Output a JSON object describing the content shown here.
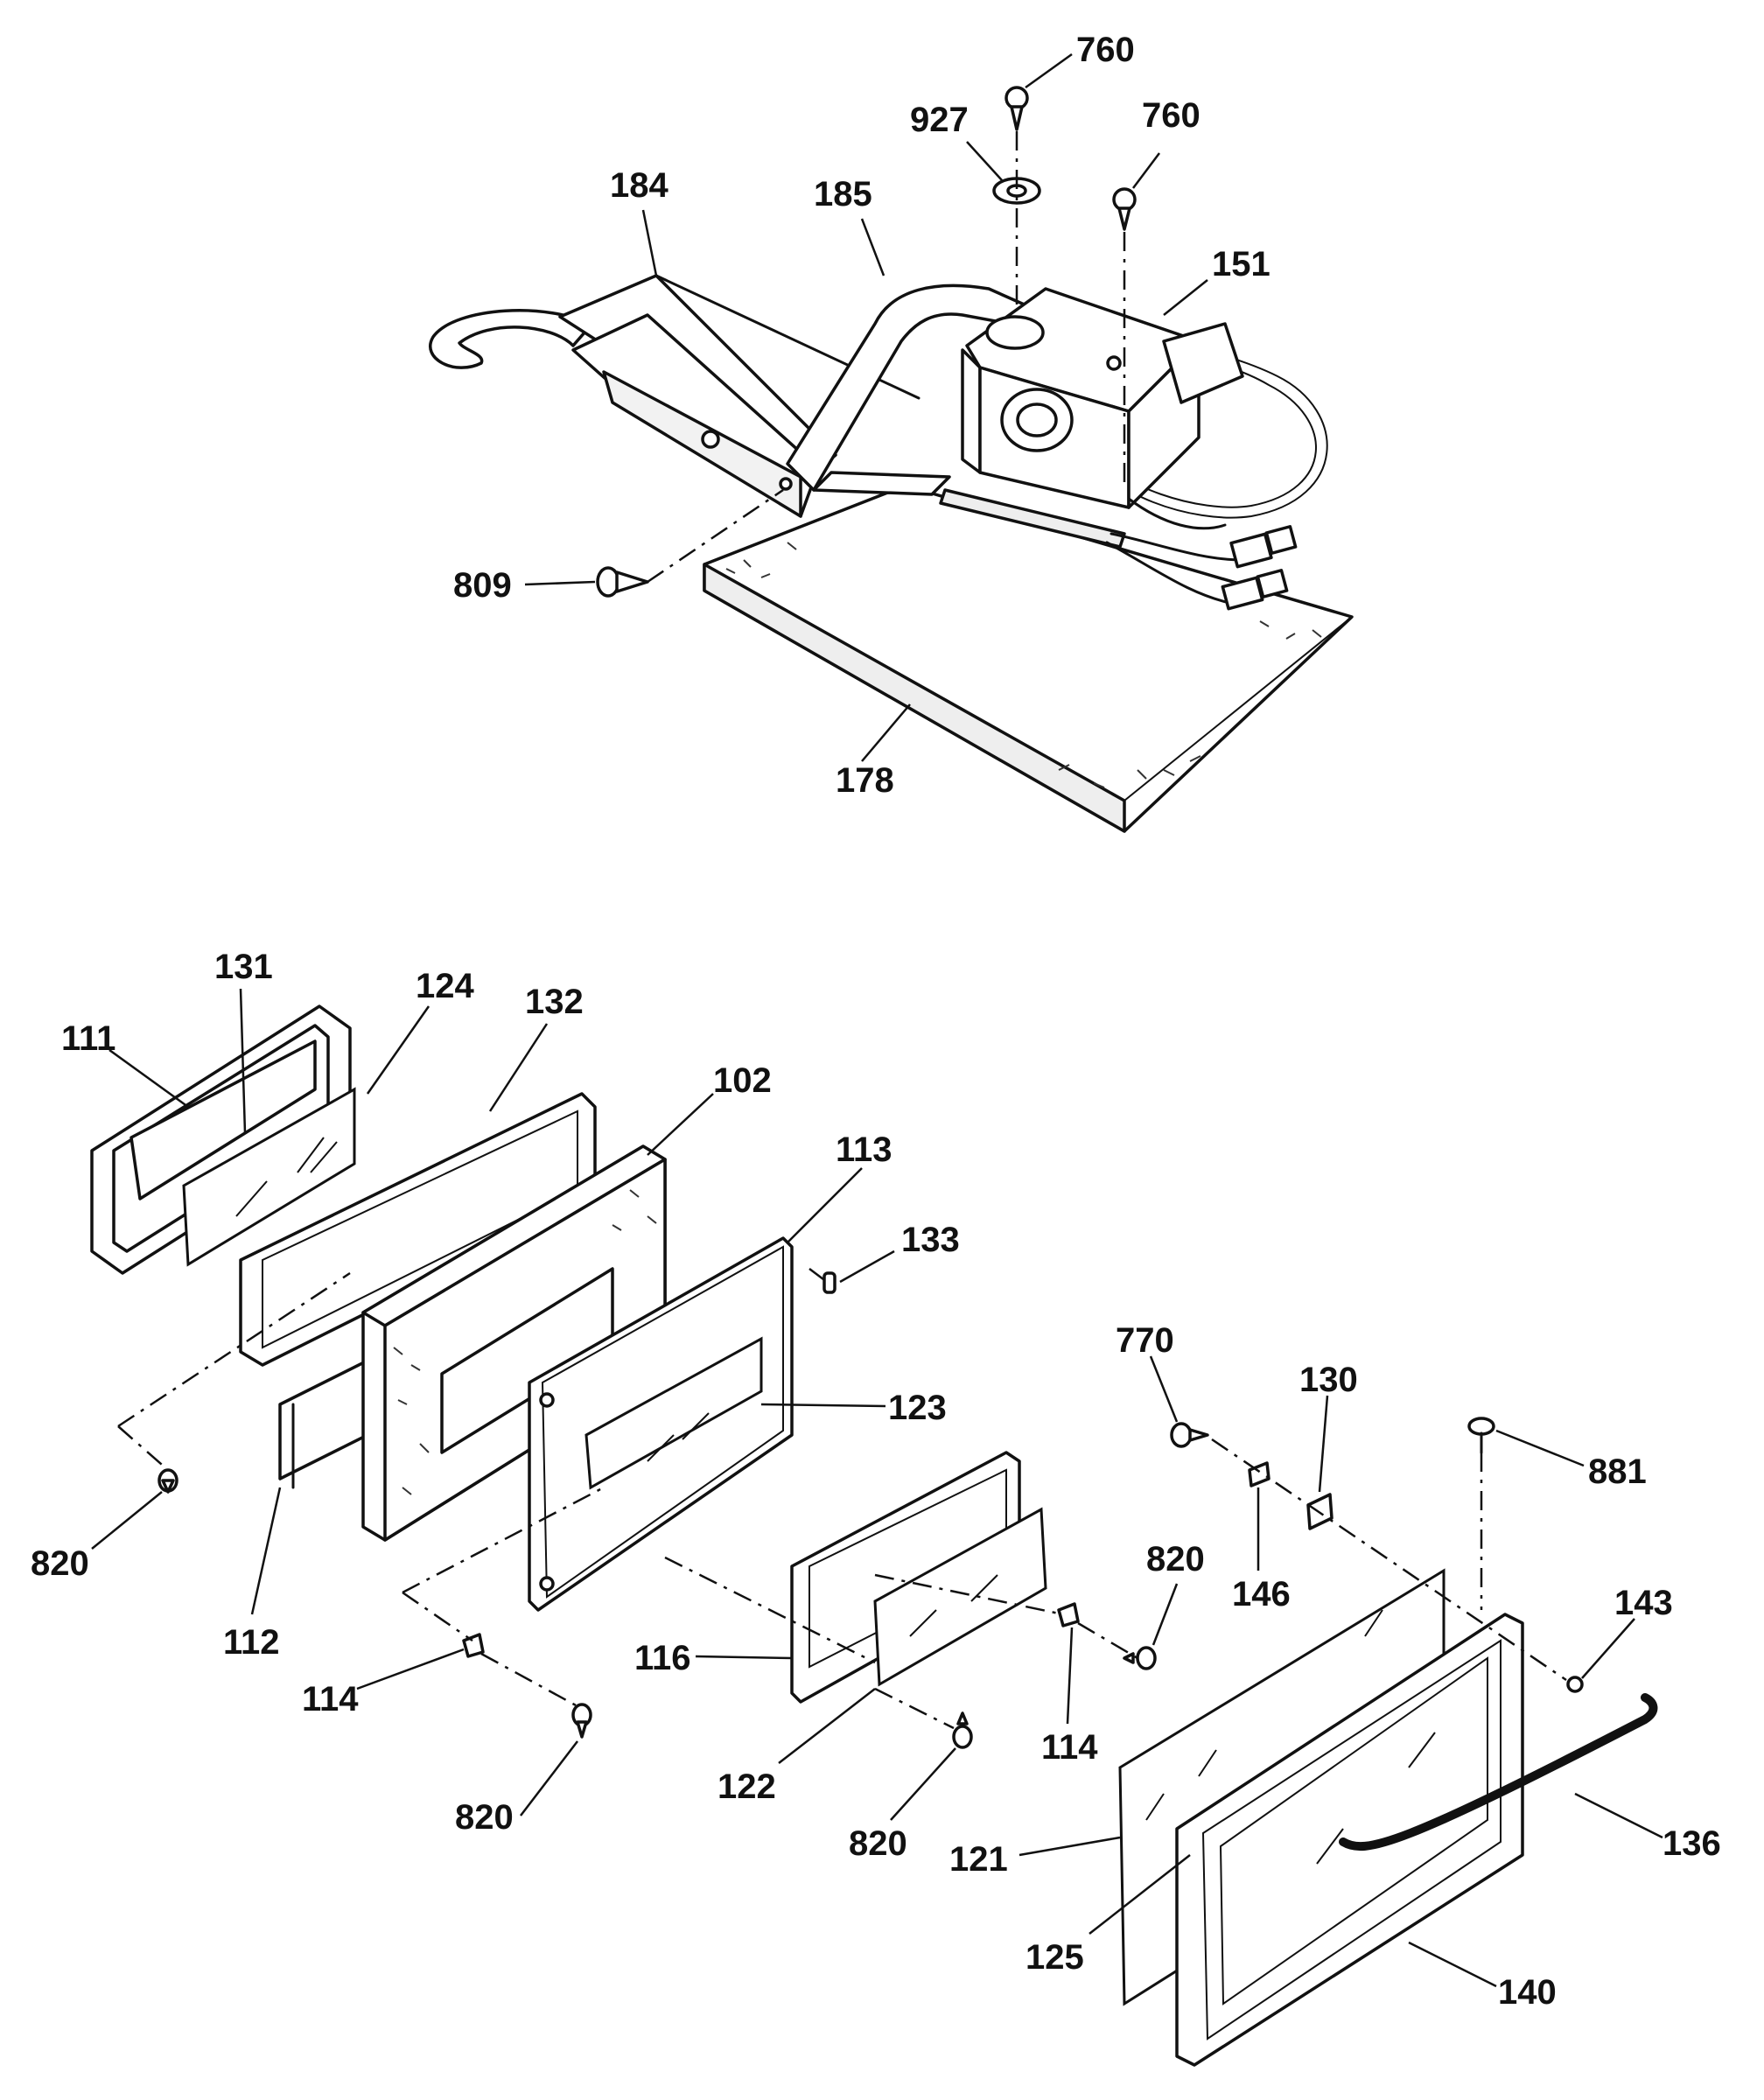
{
  "labels": {
    "p760a": "760",
    "p927": "927",
    "p760b": "760",
    "p184": "184",
    "p185": "185",
    "p151": "151",
    "p809": "809",
    "p178": "178",
    "p131": "131",
    "p124": "124",
    "p132": "132",
    "p111": "111",
    "p102": "102",
    "p113": "113",
    "p133": "133",
    "p123": "123",
    "p820a": "820",
    "p112": "112",
    "p114a": "114",
    "p820b": "820",
    "p770": "770",
    "p130": "130",
    "p881": "881",
    "p146": "146",
    "p820c": "820",
    "p143": "143",
    "p116": "116",
    "p114b": "114",
    "p122": "122",
    "p820d": "820",
    "p136": "136",
    "p121": "121",
    "p125": "125",
    "p140": "140"
  }
}
